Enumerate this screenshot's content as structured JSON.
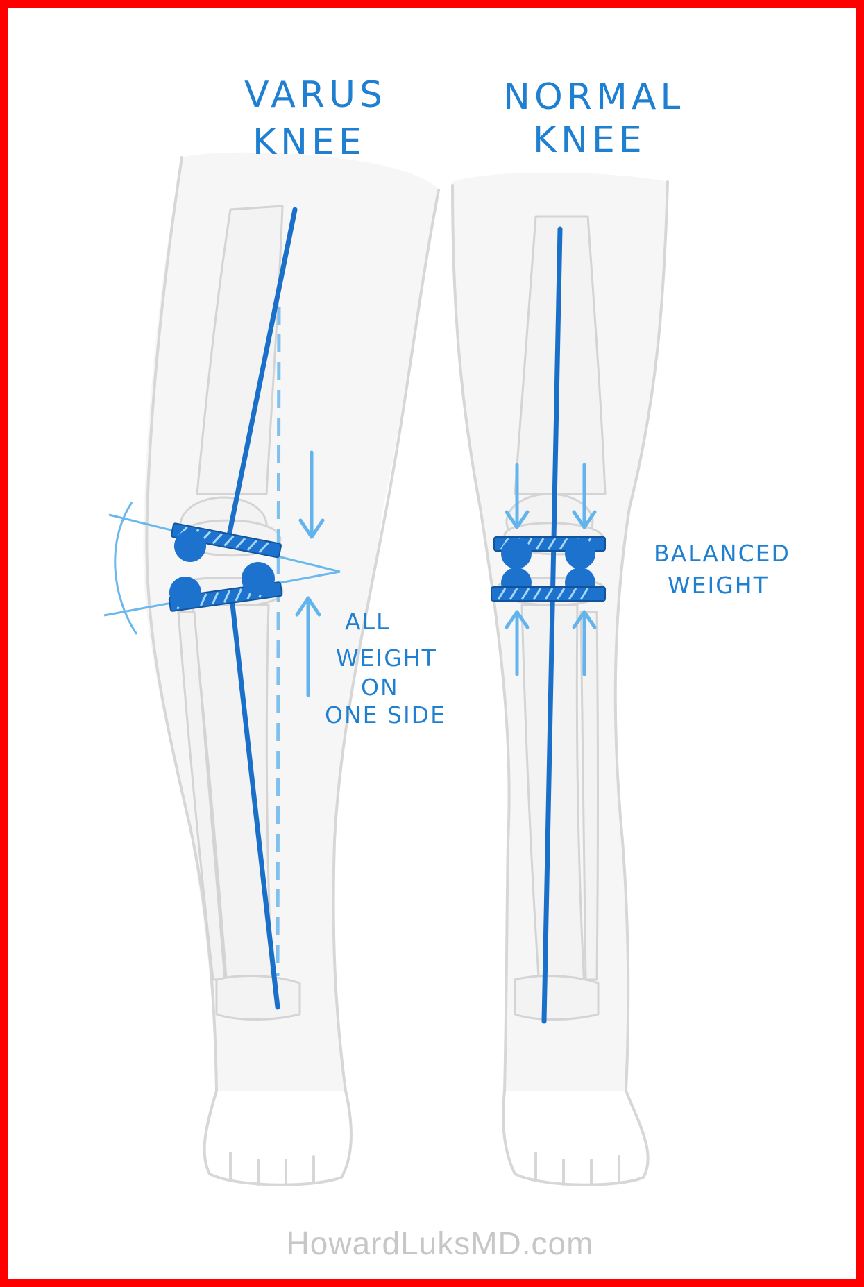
{
  "labels": {
    "varus_title_line1": "VARUS",
    "varus_title_line2": "KNEE",
    "normal_title_line1": "NORMAL",
    "normal_title_line2": "KNEE",
    "all_weight_line1": "ALL",
    "all_weight_line2": "WEIGHT",
    "all_weight_line3": "ON",
    "all_weight_line4": "ONE SIDE",
    "balanced_line1": "BALANCED",
    "balanced_line2": "WEIGHT"
  },
  "footer": {
    "site": "HowardLuksMD.com"
  },
  "colors": {
    "frame": "#ff0000",
    "axis_blue": "#1a6fc9",
    "arrow_light_blue": "#63b4ec",
    "outline_gray": "#d7d7d7"
  }
}
